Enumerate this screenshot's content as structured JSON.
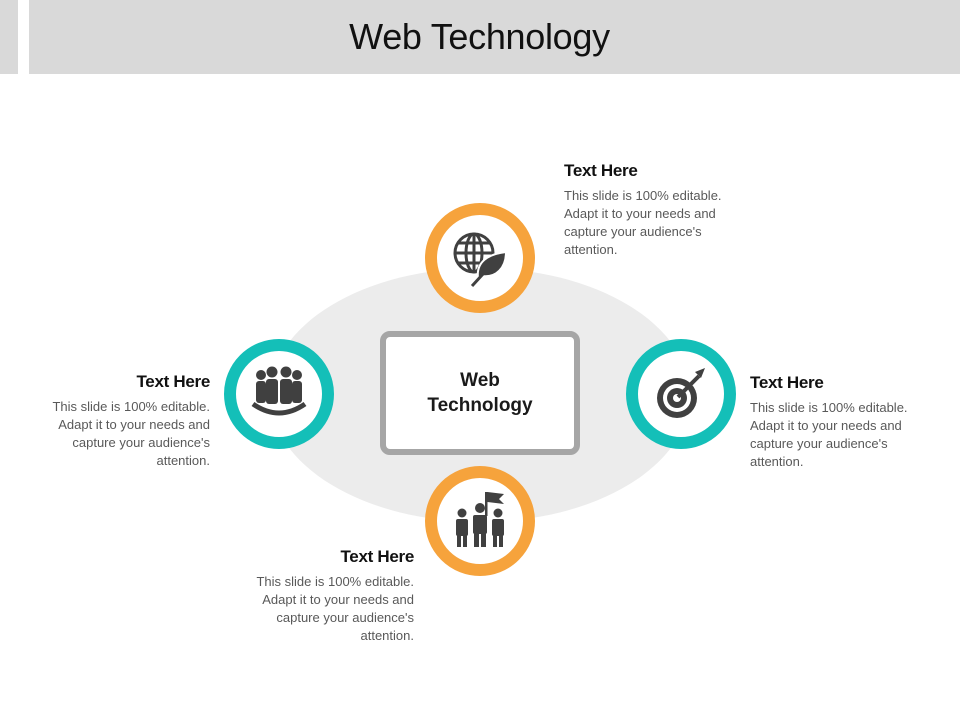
{
  "header": {
    "title": "Web Technology"
  },
  "center": {
    "line1": "Web",
    "line2": "Technology"
  },
  "items": {
    "top": {
      "heading": "Text Here",
      "body": "This slide is 100% editable. Adapt it to your needs and capture your audience's attention.",
      "icon": "globe-leaf-icon"
    },
    "left": {
      "heading": "Text Here",
      "body": "This slide is 100% editable. Adapt it to your needs and capture your audience's attention.",
      "icon": "team-icon"
    },
    "right": {
      "heading": "Text Here",
      "body": "This slide is 100% editable. Adapt it to your needs and capture your audience's attention.",
      "icon": "target-icon"
    },
    "bottom": {
      "heading": "Text Here",
      "body": "This slide is 100% editable. Adapt it to your needs and capture your audience's attention.",
      "icon": "leader-flag-icon"
    }
  },
  "colors": {
    "orange": "#f6a33c",
    "teal": "#14bfb8",
    "icon": "#404040",
    "ellipse": "#ececec",
    "box_border": "#a6a6a6"
  }
}
